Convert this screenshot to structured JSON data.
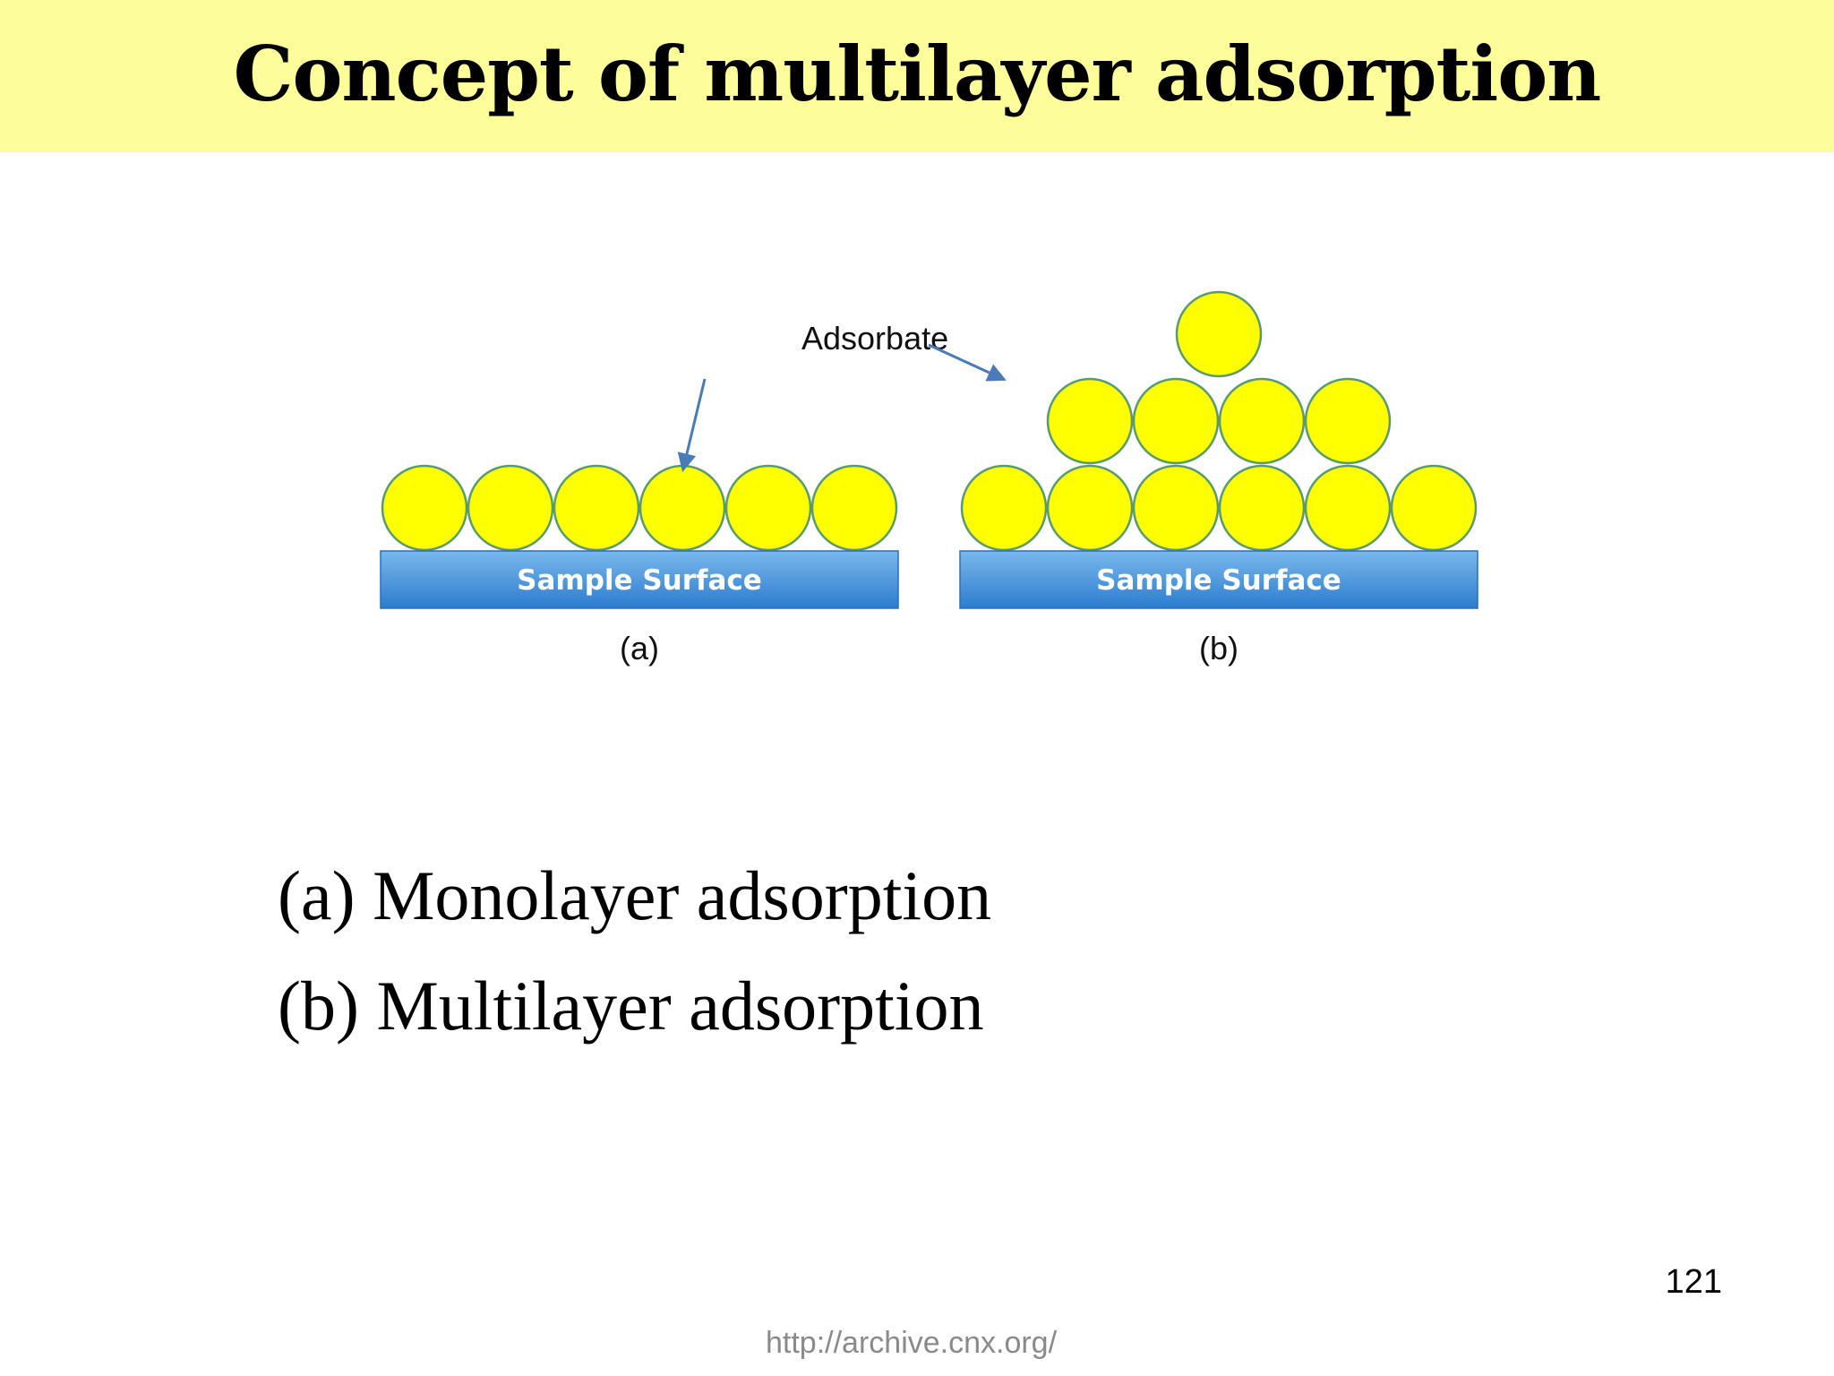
{
  "slide": {
    "title": "Concept of multilayer adsorption",
    "page_number": "121",
    "source_url": "http://archive.cnx.org/"
  },
  "figure": {
    "adsorbate_label": "Adsorbate",
    "surface_label": "Sample Surface",
    "panel_a_label": "(a)",
    "panel_b_label": "(b)",
    "colors": {
      "adsorbate_fill": "#ffff00",
      "adsorbate_stroke": "#5a9a6e",
      "surface_top": "#6aaee8",
      "surface_bottom": "#2f7fd0",
      "arrow": "#4a7ab8"
    },
    "panel_a": {
      "layers": [
        6
      ]
    },
    "panel_b": {
      "layers": [
        6,
        4,
        1
      ]
    }
  },
  "captions": {
    "a": "(a) Monolayer adsorption",
    "b": "(b) Multilayer adsorption"
  }
}
